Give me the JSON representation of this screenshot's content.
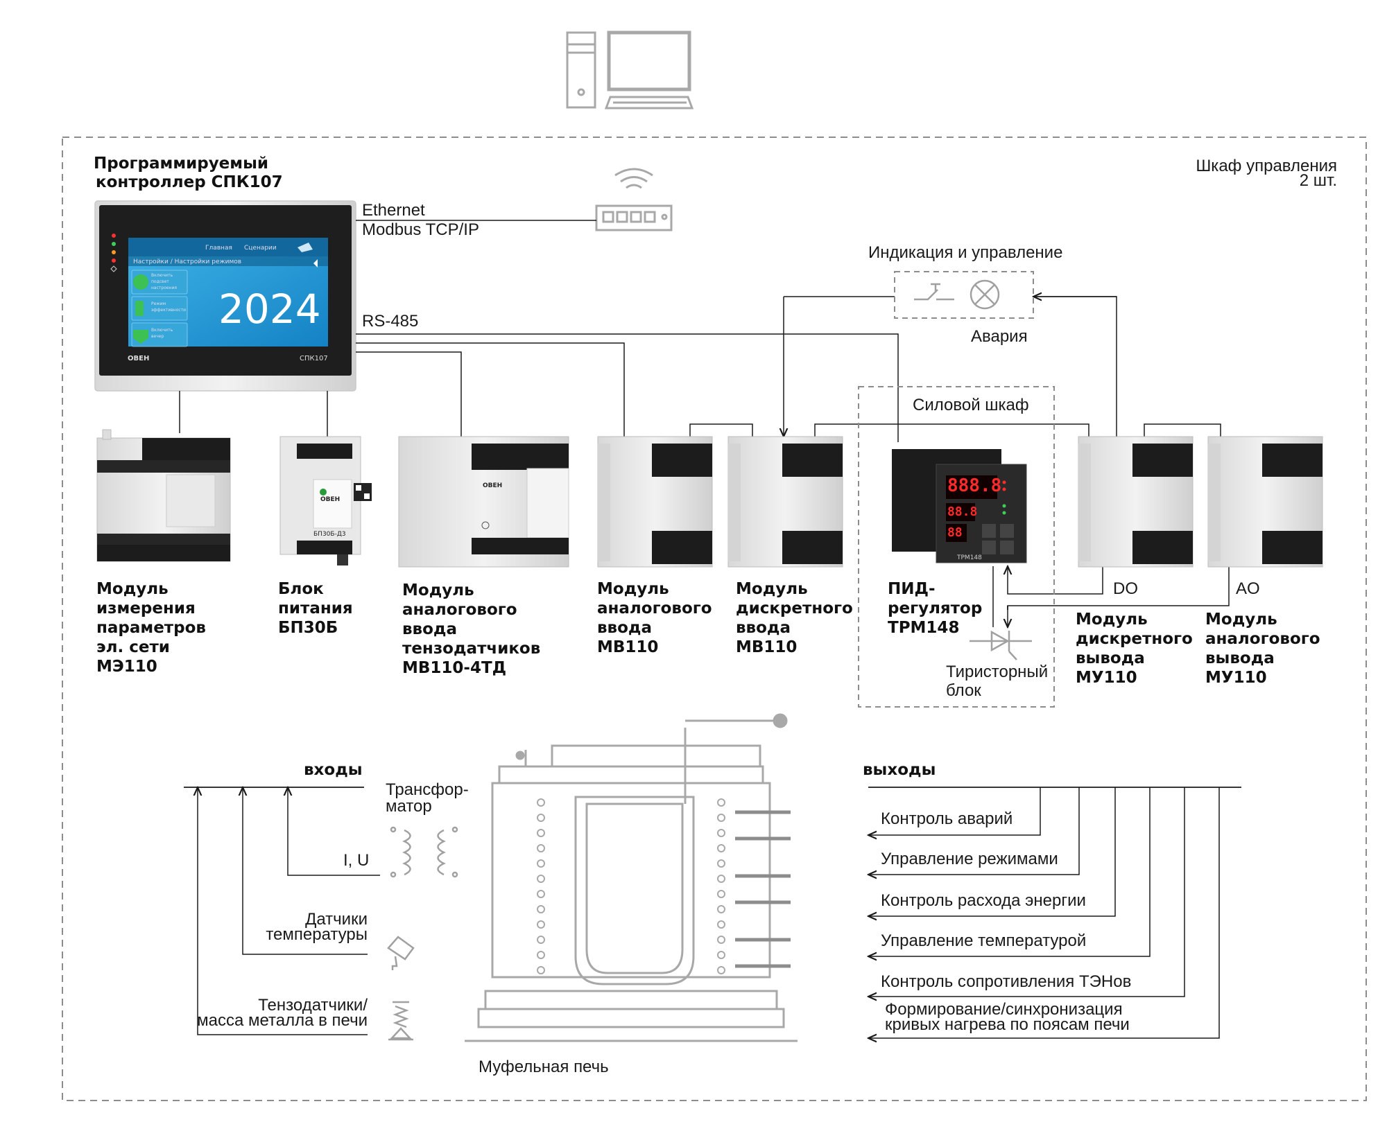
{
  "cabinet": {
    "title": "Шкаф управления",
    "count": "2 шт."
  },
  "controller": {
    "title_line1": "Программируемый",
    "title_line2": "контроллер СПК107",
    "screen": {
      "tab1": "Главная",
      "tab2": "Сценарии",
      "header": "Настройки / Настройки режимов",
      "btn1": "Включить\nподсвет\nнастроения",
      "btn2": "Режим\nэффективности",
      "btn3": "Включить\nвечер",
      "year": "2024",
      "model": "СПК107"
    }
  },
  "connections": {
    "ethernet": "Ethernet",
    "modbus": "Modbus TCP/IP",
    "rs485": "RS-485"
  },
  "indication": {
    "title": "Индикация и управление",
    "alarm": "Авария"
  },
  "power_cabinet": {
    "title": "Силовой шкаф",
    "thyristor": "Тиристорный\nблок"
  },
  "modules": [
    {
      "label": "Модуль\nизмерения\nпараметров\nэл. сети\nМЭ110"
    },
    {
      "label": "Блок\nпитания\nБП30Б"
    },
    {
      "label": "Модуль\nаналогового\nввода\nтензодатчиков\nМВ110-4ТД"
    },
    {
      "label": "Модуль\nаналогового\nввода\nМВ110"
    },
    {
      "label": "Модуль\nдискретного\nввода\nМВ110"
    },
    {
      "label": "ПИД-\nрегулятор\nТРМ148"
    },
    {
      "label": "Модуль\nдискретного\nвывода\nМУ110"
    },
    {
      "label": "Модуль\nаналогового\nвывода\nМУ110"
    }
  ],
  "do_label": "DO",
  "ao_label": "AO",
  "inputs": {
    "title": "входы",
    "transformer": "Трансфор-\nматор",
    "iu": "I, U",
    "temp": "Датчики\nтемпературы",
    "tenzo": "Тензодатчики/\nмасса металла в печи"
  },
  "furnace": "Муфельная печь",
  "outputs": {
    "title": "выходы",
    "items": [
      "Контроль аварий",
      "Управление режимами",
      "Контроль расхода энергии",
      "Управление температурой",
      "Контроль сопротивления ТЭНов",
      "Формирование/синхронизация\nкривых нагрева по поясам печи"
    ]
  },
  "device_text": {
    "owen": "ОВЕН",
    "bp_model": "БП30Б-Д3",
    "trm_model": "ТРМ148",
    "trm_display1": "888.8",
    "trm_display2": "88.8",
    "trm_display3": "88"
  },
  "colors": {
    "line": "#1a1a1a",
    "dash": "#8c8c8c",
    "screen": "#1e9ad6",
    "led": "#ff2a2a",
    "panel": "#1c1c1c"
  }
}
